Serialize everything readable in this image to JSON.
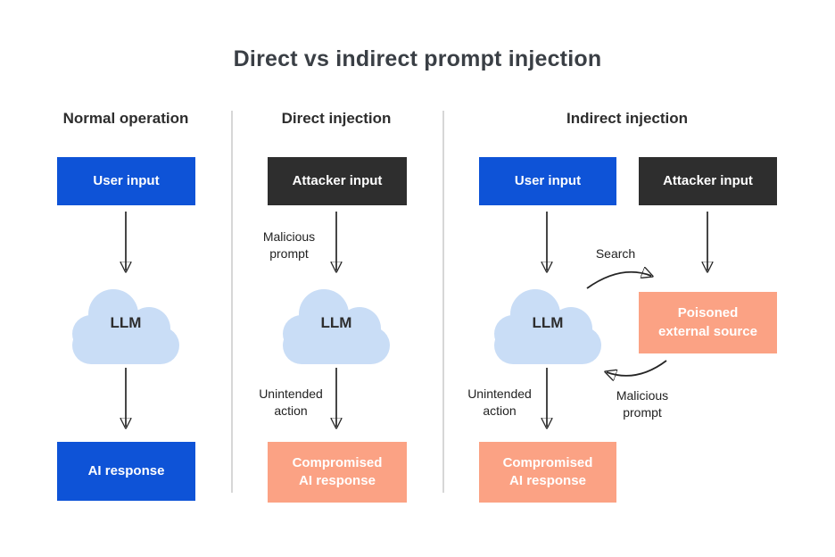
{
  "title": "Direct vs indirect prompt injection",
  "colors": {
    "blue": "#0e53d7",
    "dark": "#2e2e2e",
    "salmon": "#fba284",
    "cloud": "#c9ddf6"
  },
  "normal": {
    "heading": "Normal operation",
    "user_input": "User input",
    "llm": "LLM",
    "ai_response": "AI response"
  },
  "direct": {
    "heading": "Direct injection",
    "attacker_input": "Attacker input",
    "malicious_prompt": "Malicious\nprompt",
    "llm": "LLM",
    "unintended_action": "Unintended\naction",
    "compromised_response": "Compromised\nAI response"
  },
  "indirect": {
    "heading": "Indirect injection",
    "user_input": "User input",
    "attacker_input": "Attacker input",
    "search": "Search",
    "llm": "LLM",
    "poisoned_source": "Poisoned\nexternal source",
    "malicious_prompt": "Malicious\nprompt",
    "unintended_action": "Unintended\naction",
    "compromised_response": "Compromised\nAI response"
  }
}
